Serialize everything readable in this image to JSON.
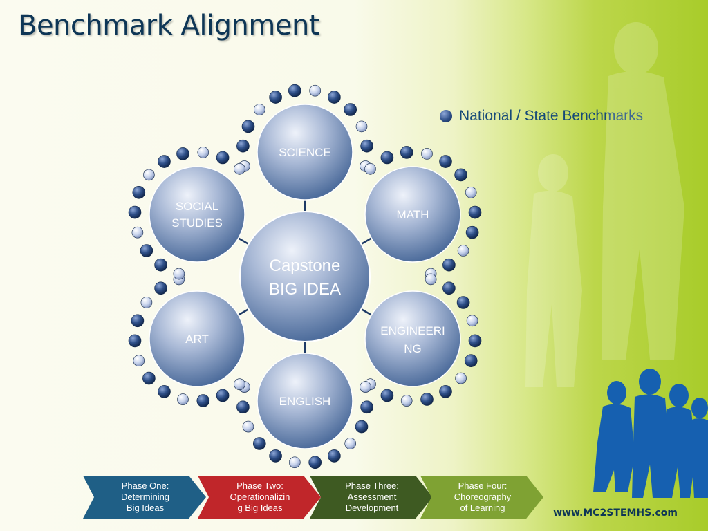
{
  "slide": {
    "title": "Benchmark Alignment",
    "website": "www.MC2STEMHS.com"
  },
  "legend": {
    "label": "National / State Benchmarks"
  },
  "diagram": {
    "center": {
      "line1": "Capstone",
      "line2": "BIG IDEA"
    },
    "subjects": {
      "science": {
        "line1": "SCIENCE"
      },
      "math": {
        "line1": "MATH"
      },
      "engineering": {
        "line1": "ENGINEERI",
        "line2": "NG"
      },
      "english": {
        "line1": "ENGLISH"
      },
      "art": {
        "line1": "ART"
      },
      "social_studies": {
        "line1": "SOCIAL",
        "line2": "STUDIES"
      }
    }
  },
  "phases": [
    {
      "line1": "Phase One:",
      "line2": "Determining",
      "line3": "Big Ideas",
      "color": "#1f5f86"
    },
    {
      "line1": "Phase Two:",
      "line2": "Operationalizin",
      "line3": "g Big Ideas",
      "color": "#c0262a"
    },
    {
      "line1": "Phase Three:",
      "line2": "Assessment",
      "line3": "Development",
      "color": "#3e5a22"
    },
    {
      "line1": "Phase Four:",
      "line2": "Choreography",
      "line3": "of Learning",
      "color": "#7fa233"
    }
  ],
  "colors": {
    "title": "#0e3656",
    "node_dark": "#1e3f75",
    "node_light": "#c7d3ec",
    "silhouette_blue": "#1660b0"
  }
}
